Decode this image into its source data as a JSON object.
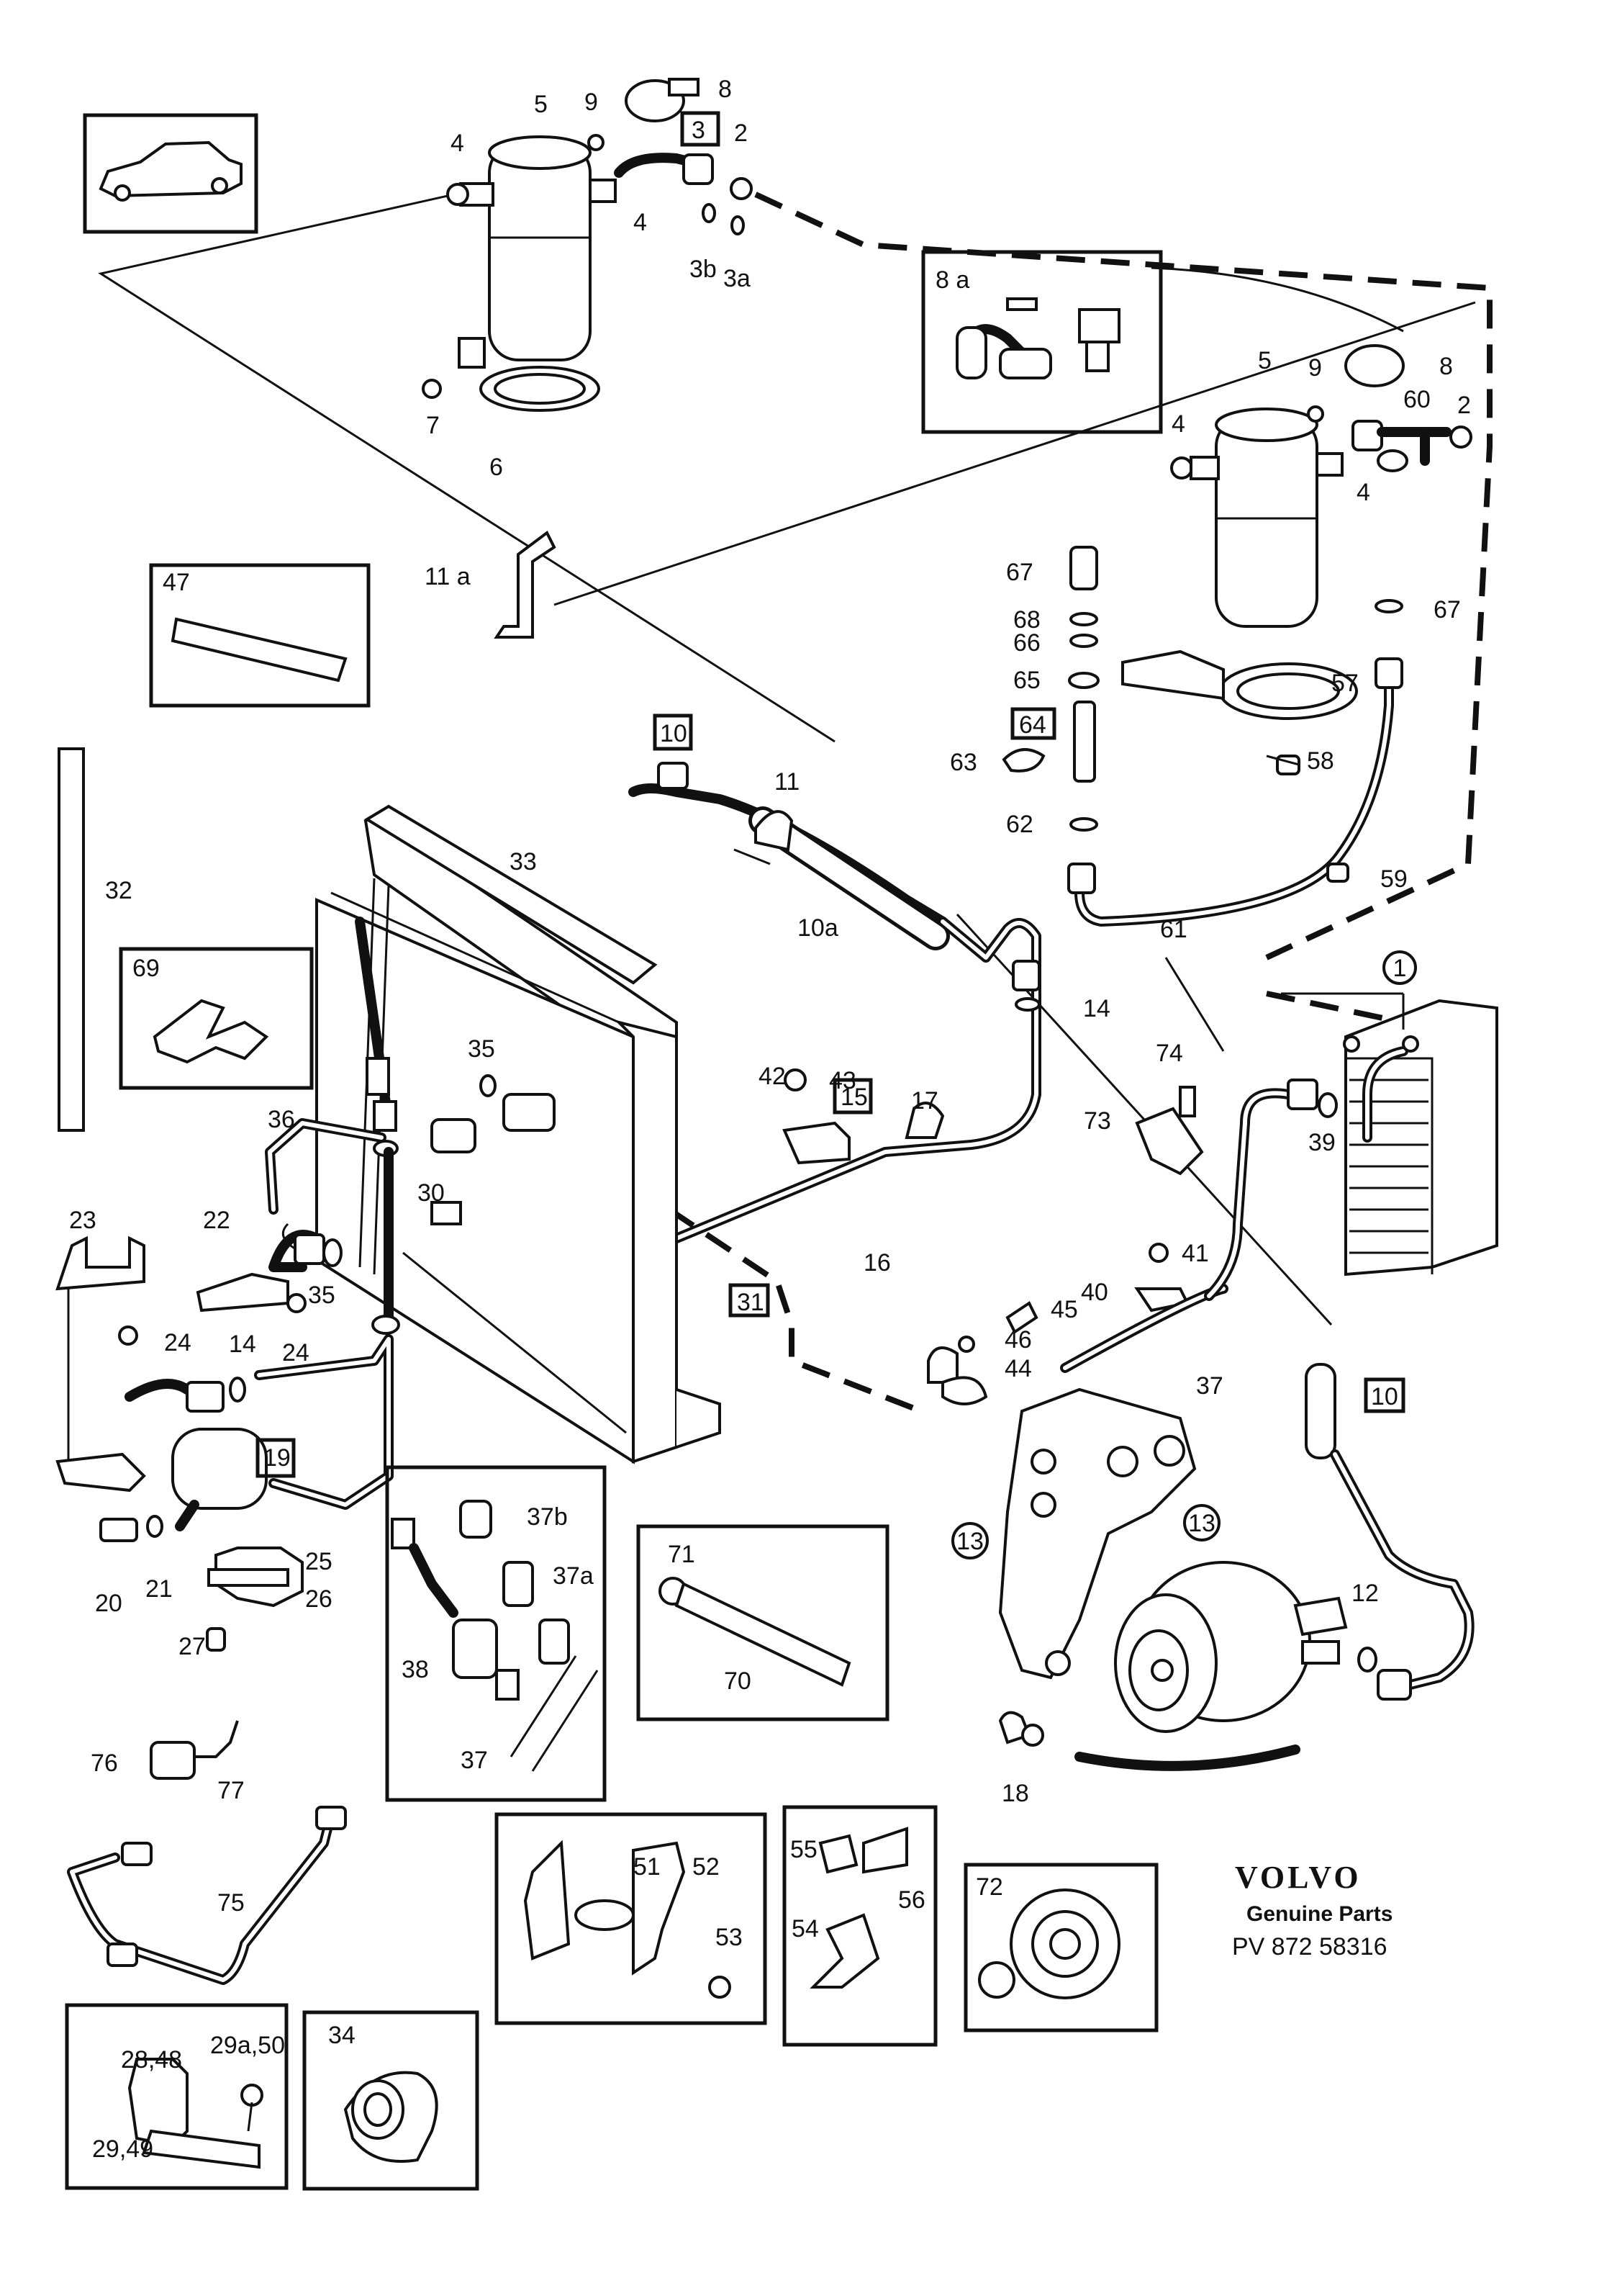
{
  "brand": {
    "name": "VOLVO",
    "tagline": "Genuine Parts",
    "code": "PV  872 58316"
  },
  "labels": {
    "l1": "1",
    "l2a": "2",
    "l2b": "2",
    "l3": "3",
    "l3a": "3a",
    "l3b": "3b",
    "l4a": "4",
    "l4b": "4",
    "l4c": "4",
    "l4d": "4",
    "l5a": "5",
    "l5b": "5",
    "l6": "6",
    "l7": "7",
    "l8a": "8",
    "l8b": "8",
    "l8aa": "8 a",
    "l9a": "9",
    "l9b": "9",
    "l10a": "10",
    "l10b": "10",
    "l10aa": "10a",
    "l11": "11",
    "l11a": "11 a",
    "l12": "12",
    "l13a": "13",
    "l13b": "13",
    "l14a": "14",
    "l14b": "14",
    "l15": "15",
    "l16": "16",
    "l17": "17",
    "l18": "18",
    "l19": "19",
    "l20": "20",
    "l21": "21",
    "l22": "22",
    "l23": "23",
    "l24a": "24",
    "l24b": "24",
    "l25": "25",
    "l26": "26",
    "l27": "27",
    "l28": "28,48",
    "l29": "29,49",
    "l29a": "29a,50",
    "l30": "30",
    "l31": "31",
    "l32": "32",
    "l33": "33",
    "l34": "34",
    "l35a": "35",
    "l35b": "35",
    "l36": "36",
    "l37a": "37",
    "l37b": "37",
    "l37c": "37b",
    "l37d": "37a",
    "l38": "38",
    "l39": "39",
    "l40": "40",
    "l41": "41",
    "l42": "42",
    "l43": "43",
    "l44": "44",
    "l45": "45",
    "l46": "46",
    "l47": "47",
    "l51": "51",
    "l52": "52",
    "l53": "53",
    "l54": "54",
    "l55": "55",
    "l56": "56",
    "l57": "57",
    "l58": "58",
    "l59": "59",
    "l60": "60",
    "l61": "61",
    "l62": "62",
    "l63": "63",
    "l64": "64",
    "l65": "65",
    "l66": "66",
    "l67a": "67",
    "l67b": "67",
    "l68": "68",
    "l69": "69",
    "l70": "70",
    "l71": "71",
    "l72": "72",
    "l73": "73",
    "l74": "74",
    "l75": "75",
    "l76": "76",
    "l77": "77"
  }
}
